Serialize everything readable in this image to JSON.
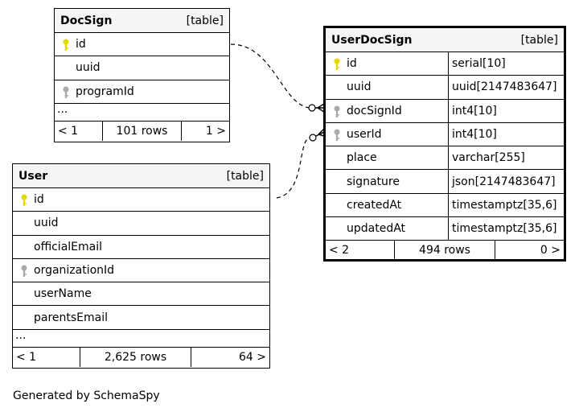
{
  "docsign": {
    "name": "DocSign",
    "kind": "[table]",
    "columns": [
      "id",
      "uuid",
      "programId"
    ],
    "more": "...",
    "footer": {
      "prev": "< 1",
      "rows": "101 rows",
      "next": "1 >"
    }
  },
  "user": {
    "name": "User",
    "kind": "[table]",
    "columns": [
      "id",
      "uuid",
      "officialEmail",
      "organizationId",
      "userName",
      "parentsEmail"
    ],
    "more": "...",
    "footer": {
      "prev": "< 1",
      "rows": "2,625 rows",
      "next": "64 >"
    }
  },
  "userdocsign": {
    "name": "UserDocSign",
    "kind": "[table]",
    "columns": [
      {
        "name": "id",
        "type": "serial[10]"
      },
      {
        "name": "uuid",
        "type": "uuid[2147483647]"
      },
      {
        "name": "docSignId",
        "type": "int4[10]"
      },
      {
        "name": "userId",
        "type": "int4[10]"
      },
      {
        "name": "place",
        "type": "varchar[255]"
      },
      {
        "name": "signature",
        "type": "json[2147483647]"
      },
      {
        "name": "createdAt",
        "type": "timestamptz[35,6]"
      },
      {
        "name": "updatedAt",
        "type": "timestamptz[35,6]"
      }
    ],
    "footer": {
      "prev": "< 2",
      "rows": "494 rows",
      "next": "0 >"
    }
  },
  "generated_by": "Generated by SchemaSpy",
  "colors": {
    "primary_key": "#e6d800",
    "foreign_key": "#aaaaaa",
    "header_bg": "#f5f5f5"
  }
}
